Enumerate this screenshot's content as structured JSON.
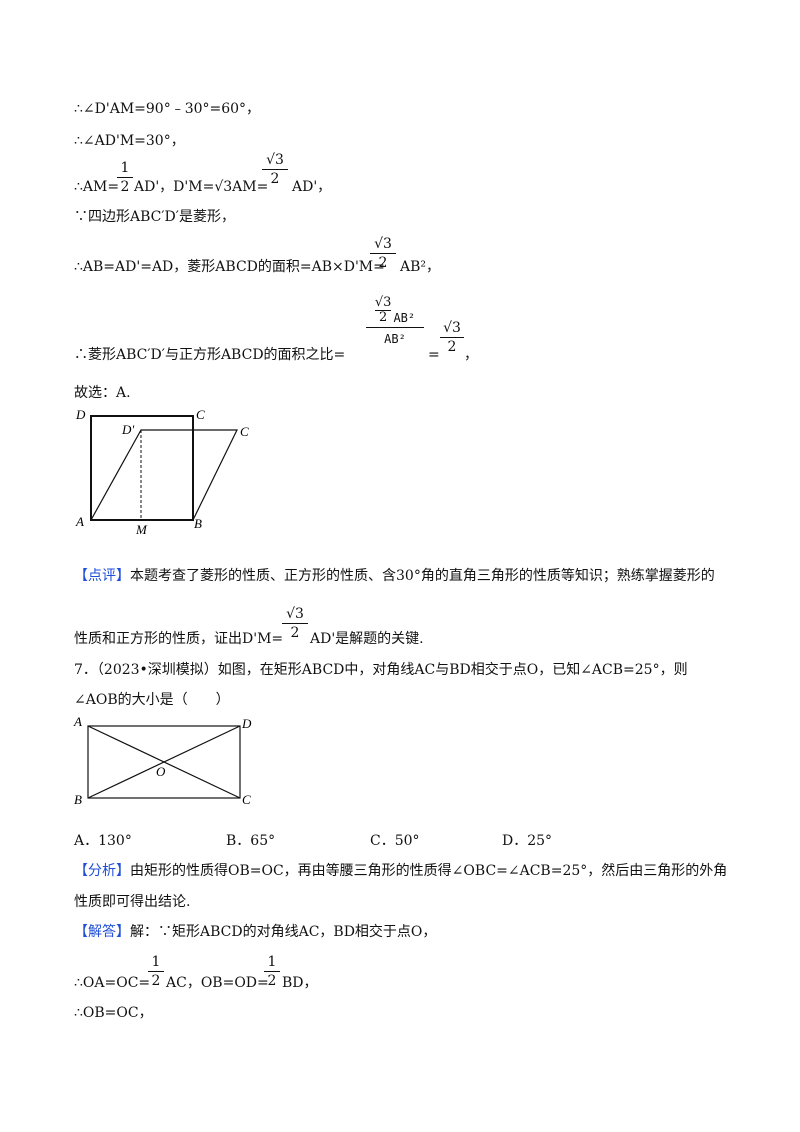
{
  "section1": {
    "l1": "∴∠D'AM=90°﹣30°=60°，",
    "l2": "∴∠AD'M=30°，",
    "l3a": "∴AM=",
    "l3b": "AD'，D'M=√3AM=",
    "l3c": "AD'，",
    "frac_half_num": "1",
    "frac_half_den": "2",
    "frac_root3_num": "√3",
    "frac_root3_den": "2",
    "l4": "∵四边形ABC′D′是菱形，",
    "l5a": "∴AB=AD'=AD，菱形ABCD的面积=AB×D'M=",
    "l5b": "AB²，",
    "l6a": "∴菱形ABC′D′与正方形ABCD的面积之比=",
    "l6_bignum": "AB²",
    "l6_bigden": "AB²",
    "l6_eq": "=",
    "l6_end": "，",
    "l7": "故选：A."
  },
  "figure1": {
    "labels": [
      "D",
      "C",
      "D'",
      "C",
      "A",
      "M",
      "B"
    ]
  },
  "comment": {
    "tag": "【点评】",
    "text1": "本题考查了菱形的性质、正方形的性质、含30°角的直角三角形的性质等知识；熟练掌握菱形的",
    "text2a": "性质和正方形的性质，证出D'M=",
    "text2b": "AD'是解题的关键."
  },
  "q7": {
    "line1": "7．（2023•深圳模拟）如图，在矩形ABCD中，对角线AC与BD相交于点O，已知∠ACB=25°，则",
    "line2": "∠AOB的大小是（　　）",
    "options": [
      "A．130°",
      "B．65°",
      "C．50°",
      "D．25°"
    ]
  },
  "figure2": {
    "labels": [
      "A",
      "D",
      "O",
      "B",
      "C"
    ]
  },
  "analysis": {
    "tag": "【分析】",
    "text1": "由矩形的性质得OB=OC，再由等腰三角形的性质得∠OBC=∠ACB=25°，然后由三角形的外角",
    "text2": "性质即可得出结论."
  },
  "solution": {
    "tag": "【解答】",
    "text1": "解：∵矩形ABCD的对角线AC，BD相交于点O，",
    "l2a": "∴OA=OC=",
    "l2b": "AC，OB=OD=",
    "l2c": "BD，",
    "l3": "∴OB=OC，"
  }
}
